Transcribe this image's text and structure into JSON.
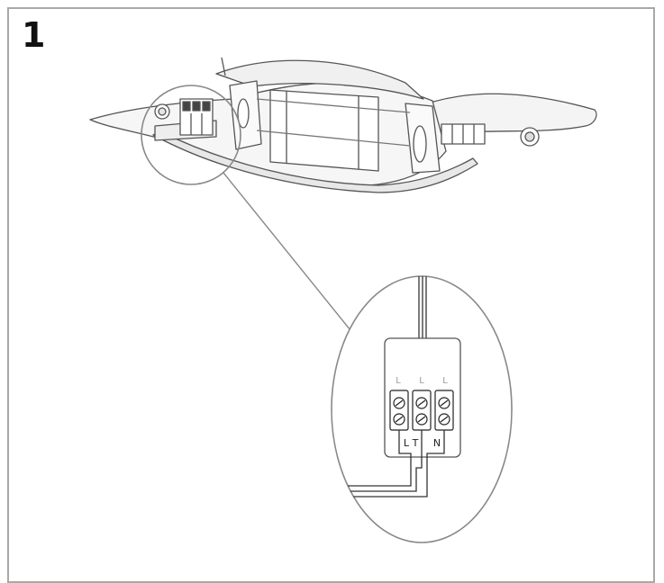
{
  "step_number": "1",
  "terminal_top_labels": [
    "L",
    "L",
    "L"
  ],
  "terminal_bottom_labels": [
    "L",
    "T",
    "N"
  ]
}
